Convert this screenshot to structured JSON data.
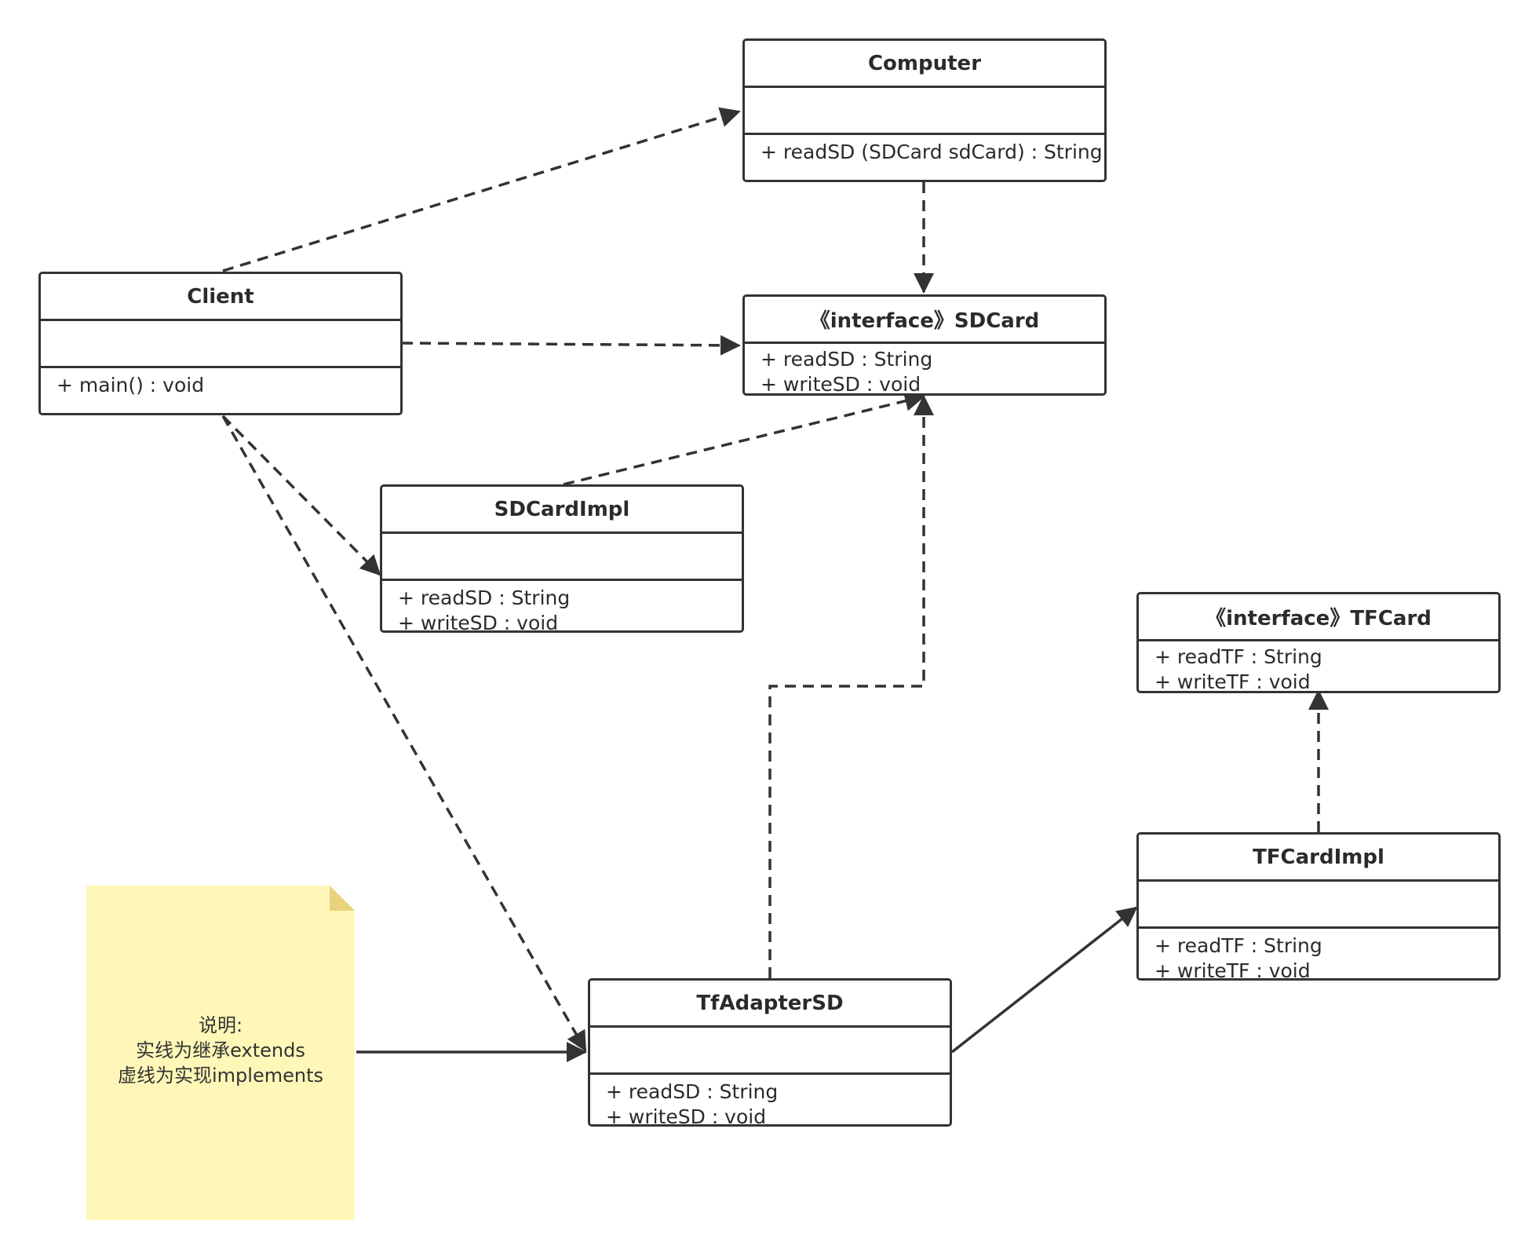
{
  "classes": {
    "computer": {
      "name": "Computer",
      "methods": [
        "+ readSD (SDCard sdCard) : String"
      ]
    },
    "client": {
      "name": "Client",
      "methods": [
        "+ main() : void"
      ]
    },
    "sdcard": {
      "name": "《interface》SDCard",
      "methods": [
        "+ readSD : String",
        "+ writeSD : void"
      ]
    },
    "sdcardimpl": {
      "name": "SDCardImpl",
      "methods": [
        "+ readSD : String",
        "+ writeSD : void"
      ]
    },
    "tfcard": {
      "name": "《interface》TFCard",
      "methods": [
        "+ readTF : String",
        "+ writeTF : void"
      ]
    },
    "tfcardimpl": {
      "name": "TFCardImpl",
      "methods": [
        "+ readTF : String",
        "+ writeTF : void"
      ]
    },
    "tfadaptersd": {
      "name": "TfAdapterSD",
      "methods": [
        "+ readSD : String",
        "+ writeSD : void"
      ]
    }
  },
  "note": {
    "lines": [
      "说明:",
      "实线为继承extends",
      "虚线为实现implements"
    ]
  },
  "colors": {
    "line": "#333333",
    "note_fill": "#fff7b8",
    "note_fold": "#e8d27c"
  }
}
